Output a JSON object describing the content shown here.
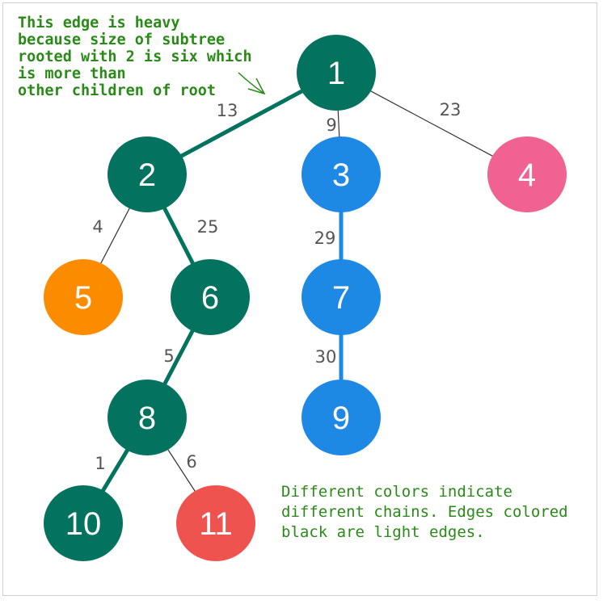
{
  "colors": {
    "teal": "#03735f",
    "blue": "#1e88e5",
    "orange": "#fb8c00",
    "pink": "#f06292",
    "red": "#ef5350",
    "light_edge": "#333333",
    "annotation": "#2a8a18"
  },
  "nodes": [
    {
      "id": "1",
      "label": "1",
      "color": "#03735f"
    },
    {
      "id": "2",
      "label": "2",
      "color": "#03735f"
    },
    {
      "id": "3",
      "label": "3",
      "color": "#1e88e5"
    },
    {
      "id": "4",
      "label": "4",
      "color": "#f06292"
    },
    {
      "id": "5",
      "label": "5",
      "color": "#fb8c00"
    },
    {
      "id": "6",
      "label": "6",
      "color": "#03735f"
    },
    {
      "id": "7",
      "label": "7",
      "color": "#1e88e5"
    },
    {
      "id": "8",
      "label": "8",
      "color": "#03735f"
    },
    {
      "id": "9",
      "label": "9",
      "color": "#1e88e5"
    },
    {
      "id": "10",
      "label": "10",
      "color": "#03735f"
    },
    {
      "id": "11",
      "label": "11",
      "color": "#ef5350"
    }
  ],
  "edges": [
    {
      "from": "1",
      "to": "2",
      "weight": "13",
      "type": "heavy",
      "chain_color": "#03735f"
    },
    {
      "from": "1",
      "to": "3",
      "weight": "9",
      "type": "light"
    },
    {
      "from": "1",
      "to": "4",
      "weight": "23",
      "type": "light"
    },
    {
      "from": "2",
      "to": "5",
      "weight": "4",
      "type": "light"
    },
    {
      "from": "2",
      "to": "6",
      "weight": "25",
      "type": "heavy",
      "chain_color": "#03735f"
    },
    {
      "from": "3",
      "to": "7",
      "weight": "29",
      "type": "heavy",
      "chain_color": "#1e88e5"
    },
    {
      "from": "7",
      "to": "9",
      "weight": "30",
      "type": "heavy",
      "chain_color": "#1e88e5"
    },
    {
      "from": "6",
      "to": "8",
      "weight": "5",
      "type": "heavy",
      "chain_color": "#03735f"
    },
    {
      "from": "8",
      "to": "10",
      "weight": "1",
      "type": "heavy",
      "chain_color": "#03735f"
    },
    {
      "from": "8",
      "to": "11",
      "weight": "6",
      "type": "light"
    }
  ],
  "annotations": {
    "heavy_edge_note": "This edge is heavy\nbecause size of subtree\nrooted with 2 is six which\nis more than\nother children of root",
    "legend_note": "Different colors indicate different chains. Edges colored black are light edges."
  }
}
